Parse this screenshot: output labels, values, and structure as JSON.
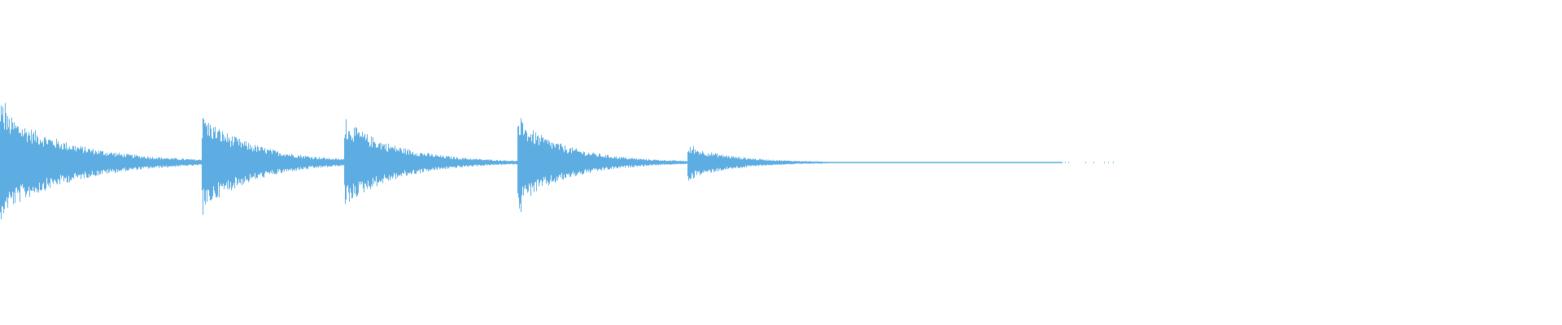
{
  "chart_data": {
    "type": "area",
    "title": "",
    "xlabel": "",
    "ylabel": "",
    "axes_visible": false,
    "grid": false,
    "color": "#5DADE2",
    "background": "#FFFFFF",
    "ylim": [
      -1,
      1
    ],
    "duration_fraction_with_signal": 0.68,
    "events": [
      {
        "onset": 0.0,
        "peak": 1.0,
        "level": 0.8,
        "decay": 0.045
      },
      {
        "onset": 0.129,
        "peak": 0.83,
        "level": 0.72,
        "decay": 0.035
      },
      {
        "onset": 0.22,
        "peak": 0.75,
        "level": 0.66,
        "decay": 0.035
      },
      {
        "onset": 0.331,
        "peak": 0.76,
        "level": 0.66,
        "decay": 0.033
      },
      {
        "onset": 0.44,
        "peak": 0.3,
        "level": 0.26,
        "decay": 0.03
      }
    ],
    "noise_floor": 0.03
  }
}
